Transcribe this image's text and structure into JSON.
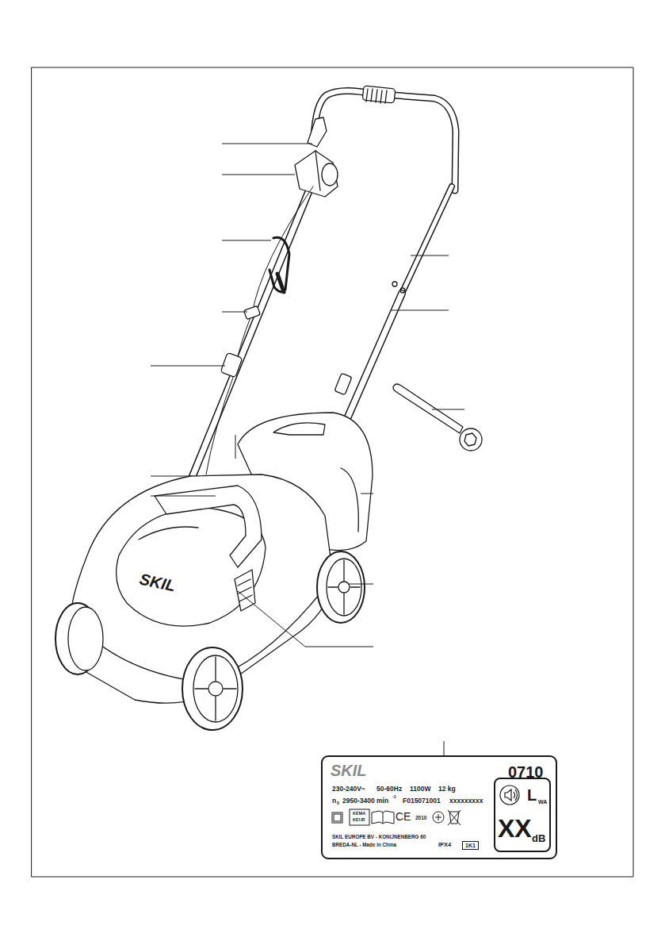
{
  "diagram": {
    "nodes": [
      {
        "text": [
          "SKIL",
          "0710",
          "230-240V~",
          "50-60Hz",
          "1100W",
          "12 kg",
          "n",
          "0",
          "2950-3400 min",
          "-1",
          "F015071001",
          "xxxxxxxxx",
          "KEMA",
          "KEUR",
          "CE",
          "2010",
          "SKIL EUROPE BV - KONIJNENBERG 60",
          "BREDA-NL - Made in China",
          "IPX4",
          "1K1"
        ]
      },
      {
        "text": [
          "L",
          "WA",
          "XX",
          "dB"
        ],
        "in": 0
      }
    ],
    "edges": [],
    "labels": [
      "SKIL"
    ]
  }
}
